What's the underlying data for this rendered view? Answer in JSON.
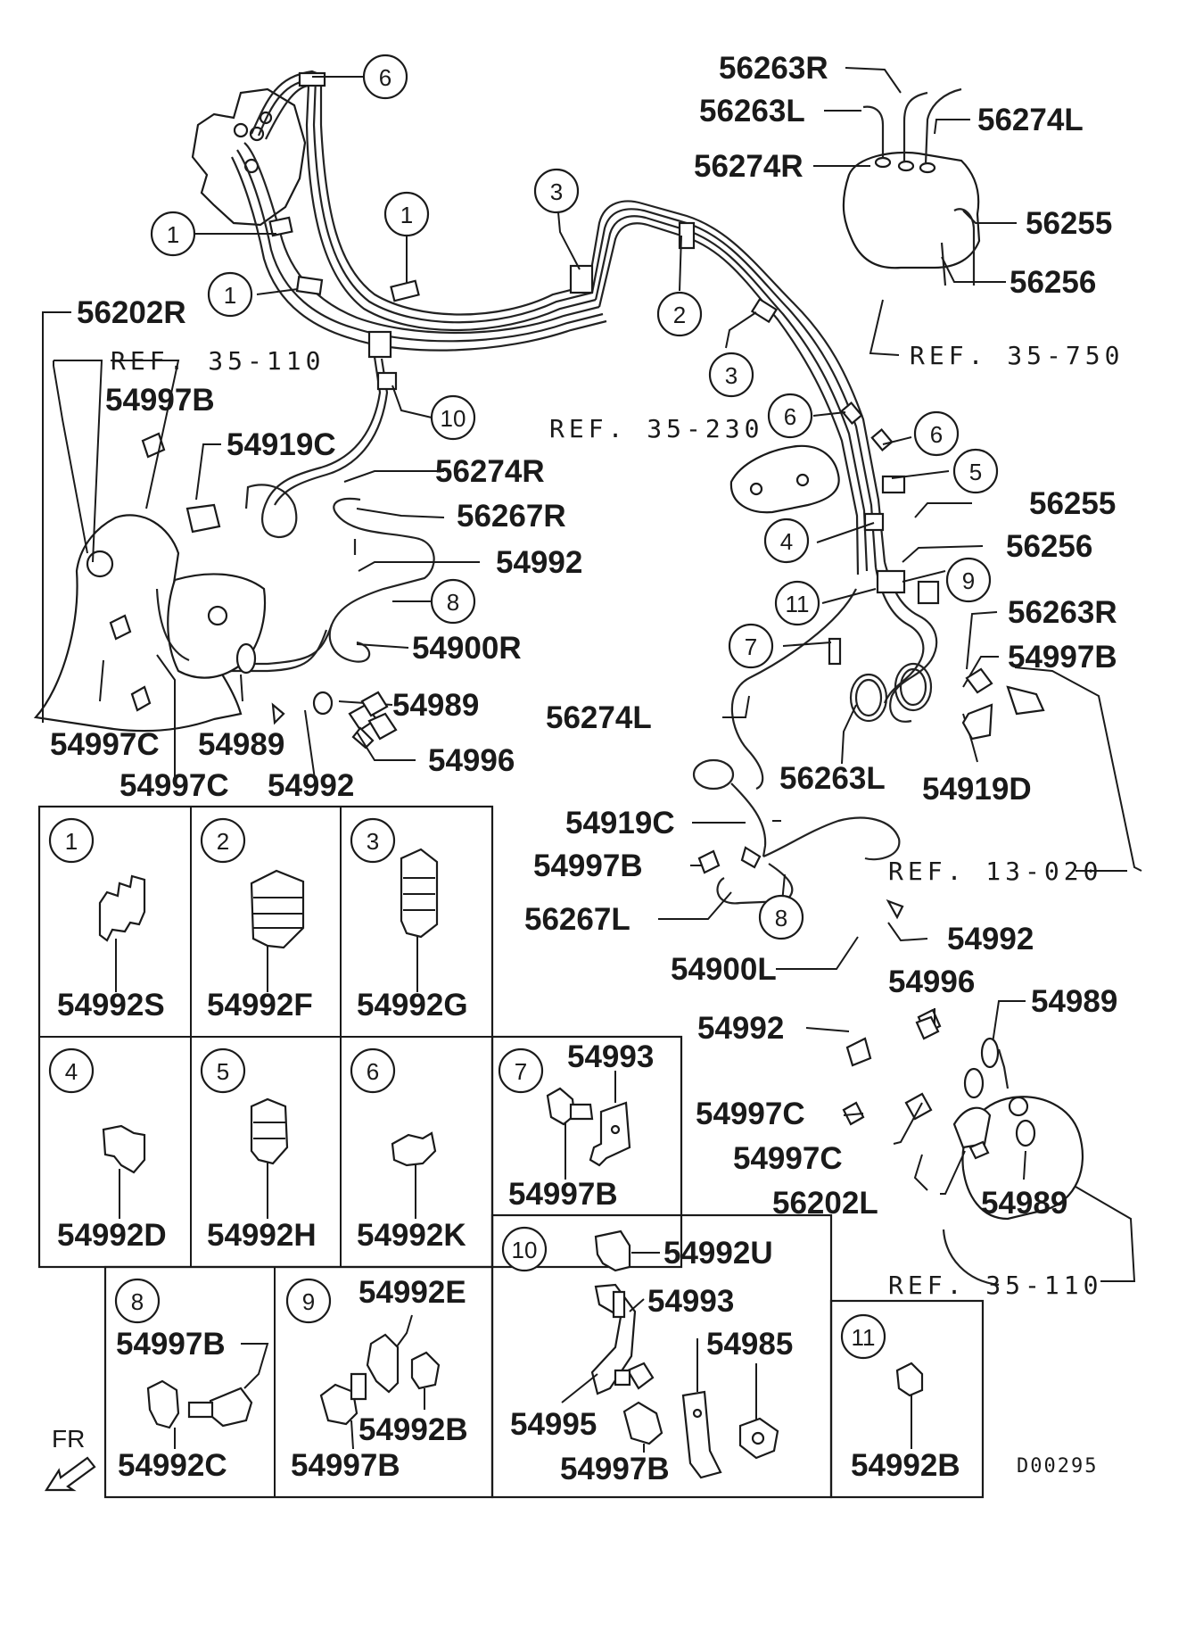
{
  "callouts": {
    "c1a": "1",
    "c1b": "1",
    "c1c": "1",
    "c2": "2",
    "c3a": "3",
    "c3b": "3",
    "c4": "4",
    "c5": "5",
    "c6a": "6",
    "c6b": "6",
    "c6c": "6",
    "c7": "7",
    "c8a": "8",
    "c8b": "8",
    "c9": "9",
    "c10": "10",
    "c11": "11"
  },
  "part_labels": {
    "p56263R_top": "56263R",
    "p56263L_top": "56263L",
    "p56274L_top": "56274L",
    "p56274R_top": "56274R",
    "p56255_top": "56255",
    "p56256_top": "56256",
    "p56202R": "56202R",
    "p54997B_left": "54997B",
    "p54919C_left": "54919C",
    "p56274R_mid": "56274R",
    "p56267R": "56267R",
    "p54992_mid": "54992",
    "p54900R": "54900R",
    "p54989_mid": "54989",
    "p54996_left": "54996",
    "p54997C_a": "54997C",
    "p54989_left": "54989",
    "p54997C_b": "54997C",
    "p54992_bot": "54992",
    "p56255_right": "56255",
    "p56256_right": "56256",
    "p56263R_right": "56263R",
    "p54997B_right": "54997B",
    "p56274L_mid": "56274L",
    "p56263L_right": "56263L",
    "p54919D": "54919D",
    "p54919C_right": "54919C",
    "p54997B_center": "54997B",
    "p56267L": "56267L",
    "p54992_right": "54992",
    "p54900L": "54900L",
    "p54996_right": "54996",
    "p54989_right": "54989",
    "p54992_right2": "54992",
    "p54997C_right": "54997C",
    "p54997C_right2": "54997C",
    "p56202L": "56202L",
    "p54989_right2": "54989"
  },
  "refs": {
    "ref_110_left": "REF. 35-110",
    "ref_750": "REF. 35-750",
    "ref_230": "REF. 35-230",
    "ref_020": "REF. 13-020",
    "ref_110_right": "REF. 35-110"
  },
  "legend": {
    "cells": [
      {
        "num": "1",
        "parts": [
          "54992S"
        ]
      },
      {
        "num": "2",
        "parts": [
          "54992F"
        ]
      },
      {
        "num": "3",
        "parts": [
          "54992G"
        ]
      },
      {
        "num": "4",
        "parts": [
          "54992D"
        ]
      },
      {
        "num": "5",
        "parts": [
          "54992H"
        ]
      },
      {
        "num": "6",
        "parts": [
          "54992K"
        ]
      },
      {
        "num": "7",
        "parts": [
          "54993",
          "54997B"
        ]
      },
      {
        "num": "8",
        "parts": [
          "54997B",
          "54992C"
        ]
      },
      {
        "num": "9",
        "parts": [
          "54992E",
          "54992B",
          "54997B"
        ]
      },
      {
        "num": "10",
        "parts": [
          "54992U",
          "54993",
          "54985",
          "54995",
          "54997B"
        ]
      },
      {
        "num": "11",
        "parts": [
          "54992B"
        ]
      }
    ]
  },
  "direction_label": "FR",
  "drawing_code": "D00295"
}
